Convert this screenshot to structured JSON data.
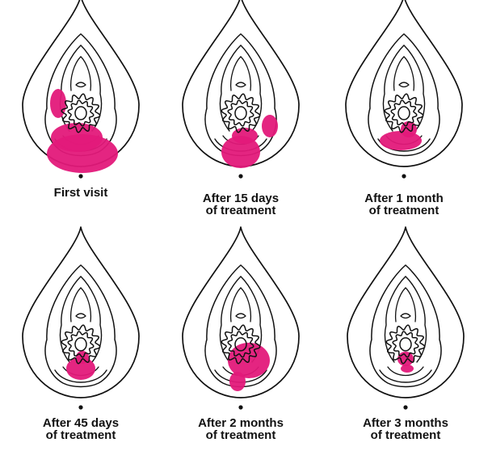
{
  "colors": {
    "ink": "#111111",
    "lesion": "#e3197a"
  },
  "panels": [
    {
      "id": "first-visit",
      "caption": [
        "First visit"
      ],
      "lesion_fraction": 0.9
    },
    {
      "id": "15-days",
      "caption": [
        "After 15 days",
        "of treatment"
      ],
      "lesion_fraction": 0.6
    },
    {
      "id": "1-month",
      "caption": [
        "After 1 month",
        "of treatment"
      ],
      "lesion_fraction": 0.4
    },
    {
      "id": "45-days",
      "caption": [
        "After 45 days",
        "of treatment"
      ],
      "lesion_fraction": 0.25
    },
    {
      "id": "2-months",
      "caption": [
        "After 2 months",
        "of treatment"
      ],
      "lesion_fraction": 0.45
    },
    {
      "id": "3-months",
      "caption": [
        "After 3 months",
        "of treatment"
      ],
      "lesion_fraction": 0.15
    }
  ]
}
